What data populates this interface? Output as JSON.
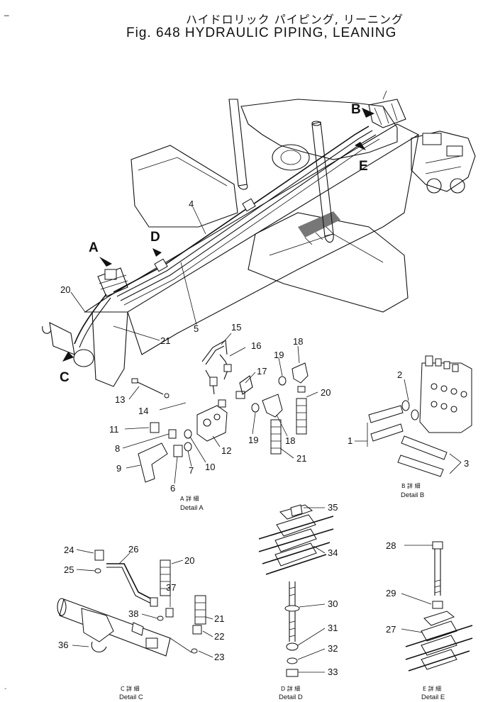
{
  "header": {
    "dash": "–",
    "title_jp": "ハイドロリック パイピング, リーニング",
    "title_en": "Fig. 648  HYDRAULIC PIPING, LEANING"
  },
  "view_letters": [
    "A",
    "B",
    "C",
    "D",
    "E"
  ],
  "callouts": [
    "1",
    "2",
    "3",
    "4",
    "5",
    "6",
    "7",
    "8",
    "9",
    "10",
    "11",
    "12",
    "13",
    "14",
    "15",
    "16",
    "17",
    "18",
    "18",
    "19",
    "19",
    "20",
    "20",
    "21",
    "21",
    "21",
    "22",
    "23",
    "24",
    "25",
    "26",
    "27",
    "28",
    "29",
    "30",
    "31",
    "32",
    "33",
    "34",
    "35",
    "36",
    "37",
    "38"
  ],
  "details": [
    {
      "jp": "A 詳 細",
      "en": "Detail A"
    },
    {
      "jp": "B 詳 細",
      "en": "Detail B"
    },
    {
      "jp": "C 詳 細",
      "en": "Detail C"
    },
    {
      "jp": "D 詳 細",
      "en": "Detail D"
    },
    {
      "jp": "E 詳 細",
      "en": "Detail E"
    }
  ],
  "corner_mark": "-",
  "colors": {
    "ink": "#111111",
    "paper": "#ffffff"
  }
}
